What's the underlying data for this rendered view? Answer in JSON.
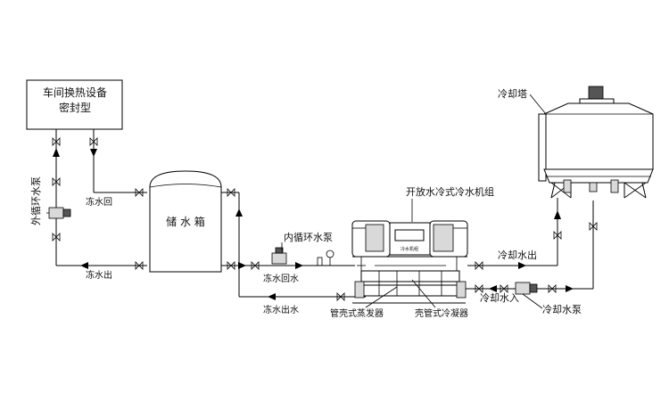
{
  "labels": {
    "equipment_line1": "车间换热设备",
    "equipment_line2": "密封型",
    "outer_pump": "外循环水泵",
    "chilled_return_top": "冻水回",
    "chilled_out_left": "冻水出",
    "tank": "储 水 箱",
    "inner_pump": "内循环水泵",
    "chilled_return_mid": "冻水回水",
    "chilled_out_bottom": "冻水出水",
    "chiller_unit": "开放水冷式冷水机组",
    "panel_text": "冷水机组",
    "evaporator": "管壳式蒸发器",
    "condenser": "壳管式冷凝器",
    "cooling_tower": "冷却塔",
    "cooling_out": "冷却水出",
    "cooling_in": "冷却水入",
    "cooling_pump": "冷却水泵"
  },
  "colors": {
    "line": "#000000",
    "fill_gray": "#d9d9d9",
    "fill_dark": "#555555"
  }
}
